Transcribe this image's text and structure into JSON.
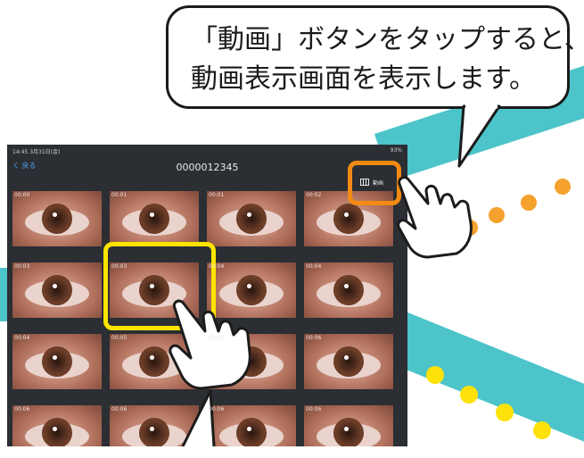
{
  "callout": {
    "line1": "「動画」ボタンをタップすると、",
    "line2": "動画表示画面を表示します。"
  },
  "status_bar": {
    "time": "14:45  3月31日(金)",
    "battery": "93%"
  },
  "nav": {
    "back_label": "く 戻る",
    "title": "0000012345"
  },
  "video_button": {
    "label": "動画",
    "icon": "film-icon"
  },
  "grid_rows": [
    [
      "00:00",
      "00:01",
      "00:01",
      "00:02"
    ],
    [
      "00:03",
      "00:03",
      "00:04",
      "00:04"
    ],
    [
      "00:04",
      "00:05",
      "00:05",
      "00:06"
    ],
    [
      "00:06",
      "00:06",
      "00:06",
      "00:06"
    ]
  ],
  "colors": {
    "screen_bg": "#2b2e33",
    "selection": "#ffe400",
    "video_button_highlight": "#f28a13",
    "ribbon": "#4cc4c9"
  }
}
